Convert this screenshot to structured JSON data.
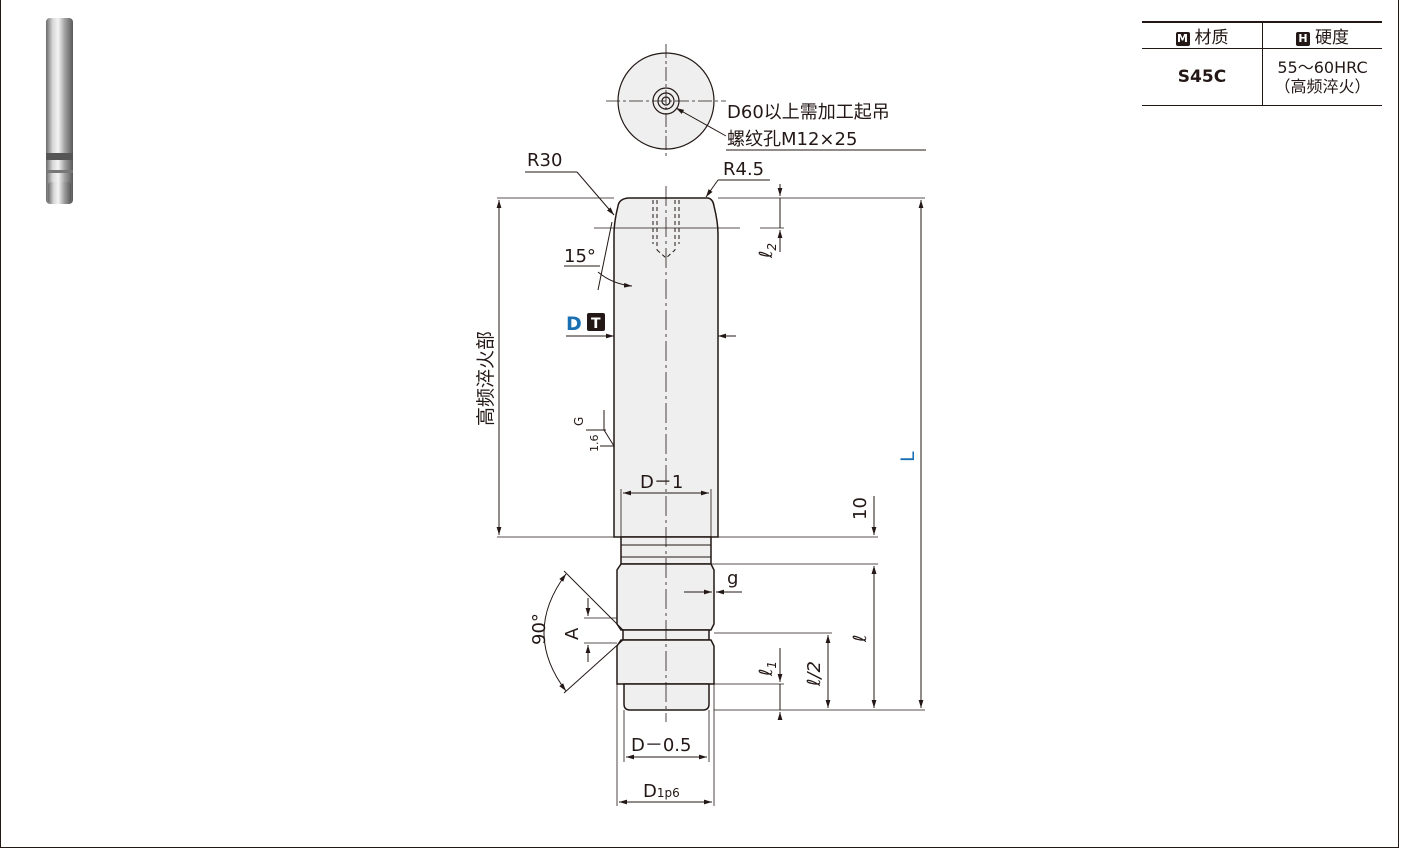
{
  "spec_table": {
    "material_header_icon": "M",
    "material_header": "材质",
    "hardness_header_icon": "H",
    "hardness_header": "硬度",
    "material_value": "S45C",
    "hardness_line1": "55～60HRC",
    "hardness_line2": "（高频淬火）"
  },
  "drawing": {
    "note_line1": "D60以上需加工起吊",
    "note_line2": "螺纹孔M12×25",
    "r30": "R30",
    "r45": "R4.5",
    "angle15": "15°",
    "d_label": "D",
    "d_tag": "T",
    "hardened": "高频淬火部",
    "surface_g": "G",
    "surface_val": "1.6",
    "d_minus_1": "D－1",
    "dim10": "10",
    "l_total": "L",
    "g_label": "g",
    "l2_sym": "ℓ",
    "l2_sub": "2",
    "angle90": "90°",
    "a_label": "A",
    "l_sym": "ℓ",
    "l1_sym": "ℓ",
    "l1_sub": "1",
    "l_half": "ℓ/2",
    "d_minus_05": "D－0.5",
    "d1_main": "D",
    "d1_sub": "1p6"
  },
  "colors": {
    "line": "#231815",
    "part_fill": "#efefef",
    "accent_blue": "#1a6fb3"
  }
}
